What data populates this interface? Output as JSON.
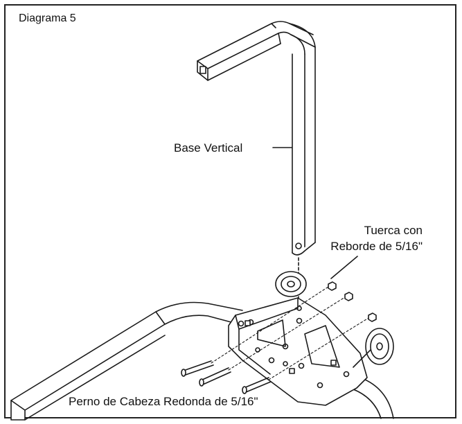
{
  "diagram": {
    "title": "Diagrama 5",
    "labels": {
      "base_vertical": "Base Vertical",
      "nut_line1": "Tuerca con",
      "nut_line2": "Reborde de 5/16\"",
      "bolt": "Perno de Cabeza Redonda de 5/16\""
    }
  }
}
